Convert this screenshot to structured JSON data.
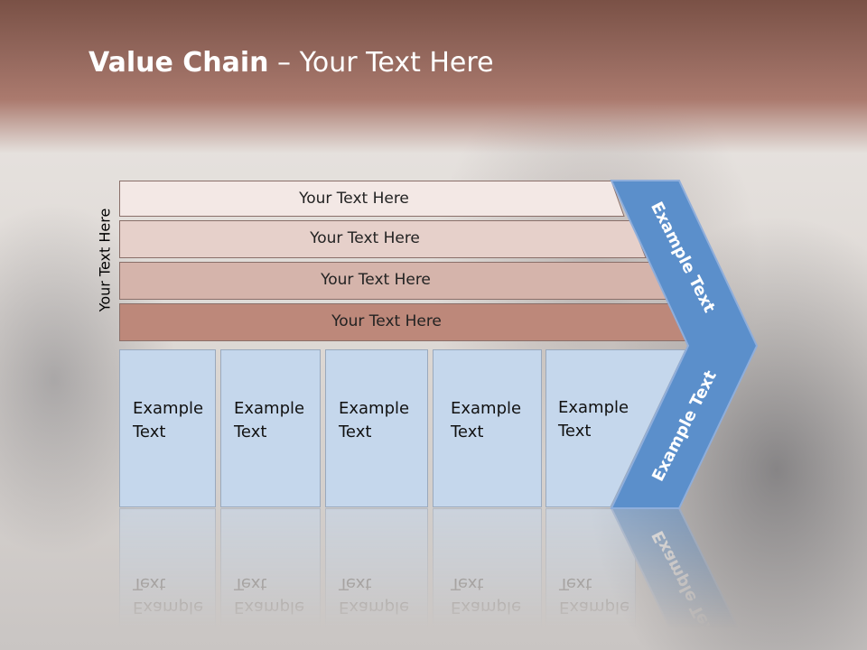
{
  "slide": {
    "title_bold": "Value Chain",
    "title_rest": " – Your Text Here",
    "vertical_label": "Your Text Here"
  },
  "rows": [
    {
      "label": "Your Text Here",
      "fill": "#f3e8e5"
    },
    {
      "label": "Your Text Here",
      "fill": "#e6d0ca"
    },
    {
      "label": "Your Text Here",
      "fill": "#d5b4ab"
    },
    {
      "label": "Your Text Here",
      "fill": "#bd887a"
    }
  ],
  "boxes": [
    {
      "line1": "Example",
      "line2": "Text"
    },
    {
      "line1": "Example",
      "line2": "Text"
    },
    {
      "line1": "Example",
      "line2": "Text"
    },
    {
      "line1": "Example",
      "line2": "Text"
    },
    {
      "line1": "Example",
      "line2": "Text"
    }
  ],
  "chevron": {
    "upper_text": "Example Text",
    "lower_text": "Example Text",
    "fill": "#5b8fcb",
    "stroke": "#8faedb"
  },
  "colors": {
    "box_fill": "#c5d7ec",
    "title_band": "#93675c"
  }
}
